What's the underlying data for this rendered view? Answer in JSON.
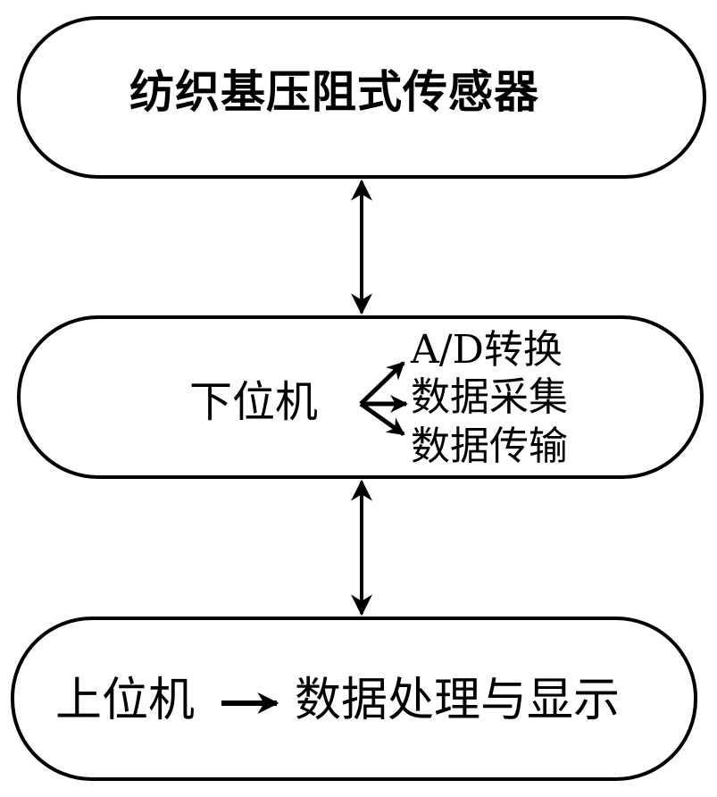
{
  "diagram": {
    "type": "flowchart",
    "nodes": [
      {
        "id": "sensor",
        "label": "纺织基压阻式传感器",
        "shape": "rounded-terminator"
      },
      {
        "id": "lower-computer",
        "label": "下位机",
        "shape": "rounded-terminator",
        "functions": [
          "A/D转换",
          "数据采集",
          "数据传输"
        ]
      },
      {
        "id": "upper-computer",
        "label": "上位机",
        "shape": "rounded-terminator",
        "function": "数据处理与显示"
      }
    ],
    "edges": [
      {
        "from": "sensor",
        "to": "lower-computer",
        "direction": "bidirectional"
      },
      {
        "from": "lower-computer",
        "to": "upper-computer",
        "direction": "bidirectional"
      }
    ],
    "stroke_color": "#000000",
    "background_color": "#ffffff"
  }
}
